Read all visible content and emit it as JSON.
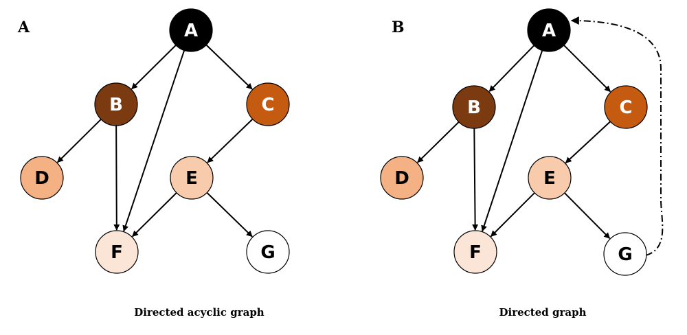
{
  "colors": {
    "A": "#000000",
    "B": "#7b3a10",
    "C": "#c55a11",
    "D": "#f4b183",
    "E": "#f8cbad",
    "F": "#fbe5d6",
    "G": "#ffffff",
    "label_dark_bg": "#ffffff",
    "label_light_bg": "#000000"
  },
  "panels": [
    {
      "letter": "A",
      "caption": "Directed acyclic graph",
      "nodes": [
        "A",
        "B",
        "C",
        "D",
        "E",
        "F",
        "G"
      ],
      "edges": [
        [
          "A",
          "B"
        ],
        [
          "A",
          "C"
        ],
        [
          "A",
          "F"
        ],
        [
          "B",
          "D"
        ],
        [
          "B",
          "F"
        ],
        [
          "C",
          "E"
        ],
        [
          "E",
          "F"
        ],
        [
          "E",
          "G"
        ]
      ]
    },
    {
      "letter": "B",
      "caption": "Directed graph",
      "nodes": [
        "A",
        "B",
        "C",
        "D",
        "E",
        "F",
        "G"
      ],
      "edges": [
        [
          "A",
          "B"
        ],
        [
          "A",
          "C"
        ],
        [
          "A",
          "F"
        ],
        [
          "B",
          "D"
        ],
        [
          "B",
          "F"
        ],
        [
          "C",
          "E"
        ],
        [
          "E",
          "F"
        ],
        [
          "E",
          "G"
        ]
      ],
      "cycle_edge": [
        "G",
        "A"
      ]
    }
  ]
}
